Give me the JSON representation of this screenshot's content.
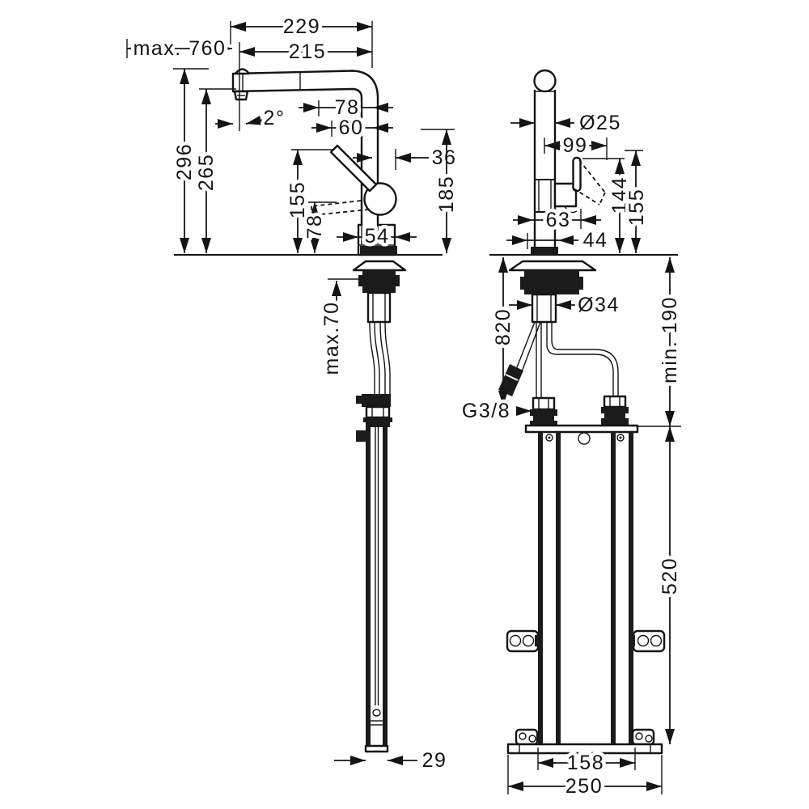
{
  "drawing": {
    "description": "Technical installation drawing of a single-lever kitchen mixer tap with pull-out spout: side view (left) and front view with under-sink sBox unit (right); dimensions in mm",
    "views": [
      "side view",
      "front view"
    ]
  },
  "dims": {
    "max_pullout": "max. 760",
    "spout_reach_outer": "229",
    "spout_reach": "215",
    "spout_angle": "2°",
    "height_outer": "296",
    "height_spout": "265",
    "top_78": "78",
    "top_60": "60",
    "offset_36": "36",
    "height_185": "185",
    "handle_155_side": "155",
    "handle_78": "78",
    "base_54": "54",
    "counter_max70": "max.70",
    "rail_29": "29",
    "dia_25": "Ø25",
    "handle_99": "99",
    "body_63": "63",
    "handle_144": "144",
    "handle_155_front": "155",
    "base_44": "44",
    "dia_34": "Ø34",
    "hose_820": "820",
    "thread": "G3/8",
    "min_190": "min. 190",
    "sbox_520": "520",
    "sbox_158": "158",
    "sbox_250": "250"
  }
}
